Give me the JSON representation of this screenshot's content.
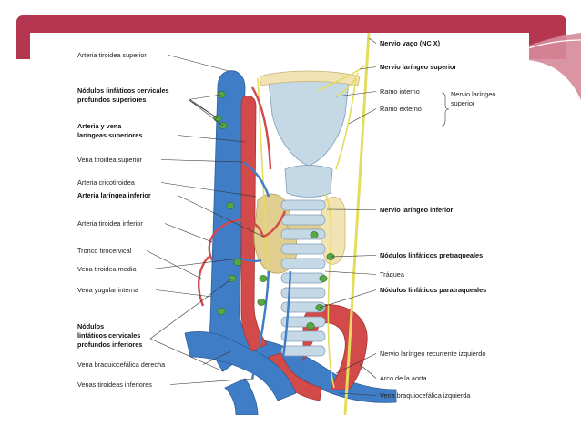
{
  "slide": {
    "accent_color": "#b5364f",
    "accent_light": "#d68a9a"
  },
  "figure": {
    "colors": {
      "artery": "#d24a4a",
      "artery_dark": "#a93333",
      "vein": "#3f7dc6",
      "vein_dark": "#2d5f9c",
      "nerve": "#e3dc5c",
      "node": "#57a845",
      "gland": "#e2cf8f",
      "cartilage": "#c4d8e6"
    },
    "labels_left": [
      {
        "text": "Arteria tiroidea superior",
        "bold": false
      },
      {
        "text": "Nódulos linfáticos cervicales",
        "bold": true
      },
      {
        "text": "profundos superiores",
        "bold": true
      },
      {
        "text": "Arteria y vena",
        "bold": true
      },
      {
        "text": "laríngeas superiores",
        "bold": true
      },
      {
        "text": "Vena tiroidea superior",
        "bold": false
      },
      {
        "text": "Arteria cricotiroidea",
        "bold": false
      },
      {
        "text": "Arteria laríngea inferior",
        "bold": true
      },
      {
        "text": "Arteria tiroidea inferior",
        "bold": false
      },
      {
        "text": "Tronco tirocervical",
        "bold": false
      },
      {
        "text": "Vena tiroidea media",
        "bold": false
      },
      {
        "text": "Vena yugular interna",
        "bold": false
      },
      {
        "text": "Nódulos",
        "bold": true
      },
      {
        "text": "linfáticos cervicales",
        "bold": true
      },
      {
        "text": "profundos inferiores",
        "bold": true
      },
      {
        "text": "Vena braquiocefálica derecha",
        "bold": false
      },
      {
        "text": "Venas tiroideas inferiores",
        "bold": false
      }
    ],
    "labels_right": [
      {
        "text": "Nervio vago (NC X)",
        "bold": true
      },
      {
        "text": "Nervio laríngeo superior",
        "bold": true
      },
      {
        "text": "Ramo interno",
        "bold": false
      },
      {
        "text": "Ramo externo",
        "bold": false
      },
      {
        "text": "Nervio laríngeo",
        "bold": false
      },
      {
        "text": "superior",
        "bold": false
      },
      {
        "text": "Nervio laríngeo inferior",
        "bold": true
      },
      {
        "text": "Nódulos linfáticos pretraqueales",
        "bold": true
      },
      {
        "text": "Tráquea",
        "bold": false
      },
      {
        "text": "Nódulos linfáticos paratraqueales",
        "bold": true
      },
      {
        "text": "Nervio laríngeo recurrente izquierdo",
        "bold": false
      },
      {
        "text": "Arco de la aorta",
        "bold": false
      },
      {
        "text": "Vena braquiocefálica izquierda",
        "bold": false
      }
    ]
  }
}
